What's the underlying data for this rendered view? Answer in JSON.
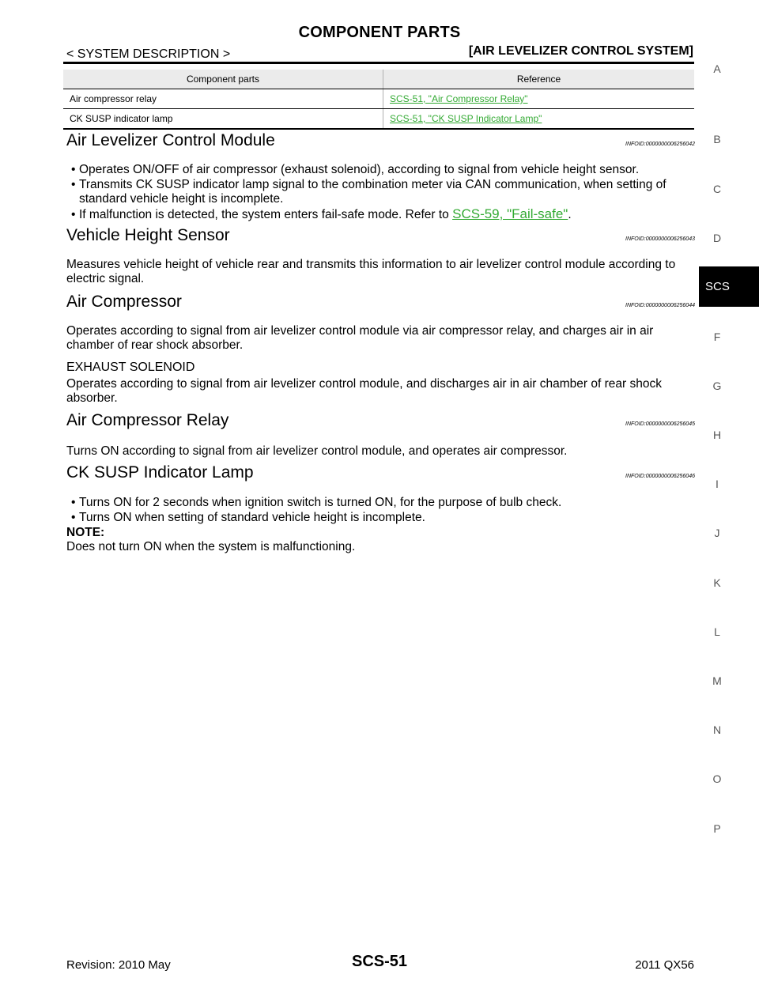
{
  "header": {
    "title": "COMPONENT PARTS",
    "breadcrumb": "< SYSTEM DESCRIPTION >",
    "system": "[AIR LEVELIZER CONTROL SYSTEM]"
  },
  "table": {
    "headers": [
      "Component parts",
      "Reference"
    ],
    "rows": [
      {
        "part": "Air compressor relay",
        "ref": "SCS-51, \"Air Compressor Relay\""
      },
      {
        "part": "CK SUSP indicator lamp",
        "ref": "SCS-51, \"CK SUSP Indicator Lamp\""
      }
    ]
  },
  "sections": {
    "alcm": {
      "title": "Air Levelizer Control Module",
      "infoid": "INFOID:0000000006256042",
      "b1": "Operates ON/OFF of air compressor (exhaust solenoid), according to signal from vehicle height sensor.",
      "b2": "Transmits CK SUSP indicator lamp signal to the combination meter via CAN communication, when setting of standard vehicle height is incomplete.",
      "b3_pre": "If malfunction is detected, the system enters fail-safe mode. Refer to ",
      "b3_link": "SCS-59, \"Fail-safe\"",
      "b3_post": "."
    },
    "vhs": {
      "title": "Vehicle Height Sensor",
      "infoid": "INFOID:0000000006256043",
      "text": "Measures vehicle height of vehicle rear and transmits this information to air levelizer control module according to electric signal."
    },
    "ac": {
      "title": "Air Compressor",
      "infoid": "INFOID:0000000006256044",
      "text": "Operates according to signal from air levelizer control module via air compressor relay, and charges air in air chamber of rear shock absorber.",
      "sub_title": "EXHAUST SOLENOID",
      "sub_text": "Operates according to signal from air levelizer control module, and discharges air in air chamber of rear shock absorber."
    },
    "acr": {
      "title": "Air Compressor Relay",
      "infoid": "INFOID:0000000006256045",
      "text": "Turns ON according to signal from air levelizer control module, and operates air compressor."
    },
    "lamp": {
      "title": "CK SUSP Indicator Lamp",
      "infoid": "INFOID:0000000006256046",
      "b1": "Turns ON for 2 seconds when ignition switch is turned ON, for the purpose of bulb check.",
      "b2": "Turns ON when setting of standard vehicle height is incomplete.",
      "note_label": "NOTE:",
      "note_text": "Does not turn ON when the system is malfunctioning."
    }
  },
  "side_index": {
    "letters": [
      "A",
      "B",
      "C",
      "D",
      "F",
      "G",
      "H",
      "I",
      "J",
      "K",
      "L",
      "M",
      "N",
      "O",
      "P"
    ],
    "active": "SCS"
  },
  "footer": {
    "revision": "Revision: 2010 May",
    "page": "SCS-51",
    "model": "2011 QX56"
  }
}
